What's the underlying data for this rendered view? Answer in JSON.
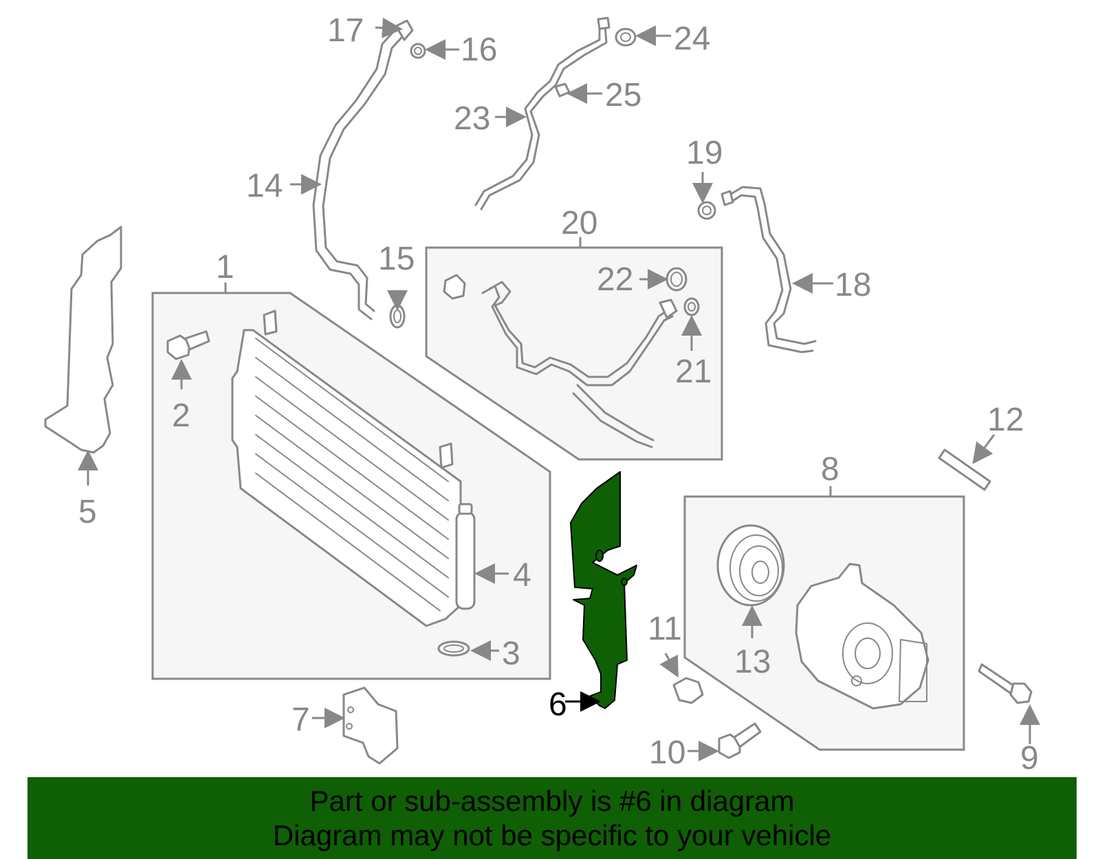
{
  "part_labels": {
    "p1": "1",
    "p2": "2",
    "p3": "3",
    "p4": "4",
    "p5": "5",
    "p6": "6",
    "p7": "7",
    "p8": "8",
    "p9": "9",
    "p10": "10",
    "p11": "11",
    "p12": "12",
    "p13": "13",
    "p14": "14",
    "p15": "15",
    "p16": "16",
    "p17": "17",
    "p18": "18",
    "p19": "19",
    "p20": "20",
    "p21": "21",
    "p22": "22",
    "p23": "23",
    "p24": "24",
    "p25": "25"
  },
  "highlighted_part": "6",
  "colors": {
    "highlight_fill": "#0f5f05",
    "line_gray": "#888888",
    "group_box_fill": "#f6f6f6",
    "banner_background": "#0f5f05",
    "banner_text": "#000000"
  },
  "banner": {
    "line1": "Part or sub-assembly is #6 in diagram",
    "line2": "Diagram may not be specific to your vehicle"
  }
}
